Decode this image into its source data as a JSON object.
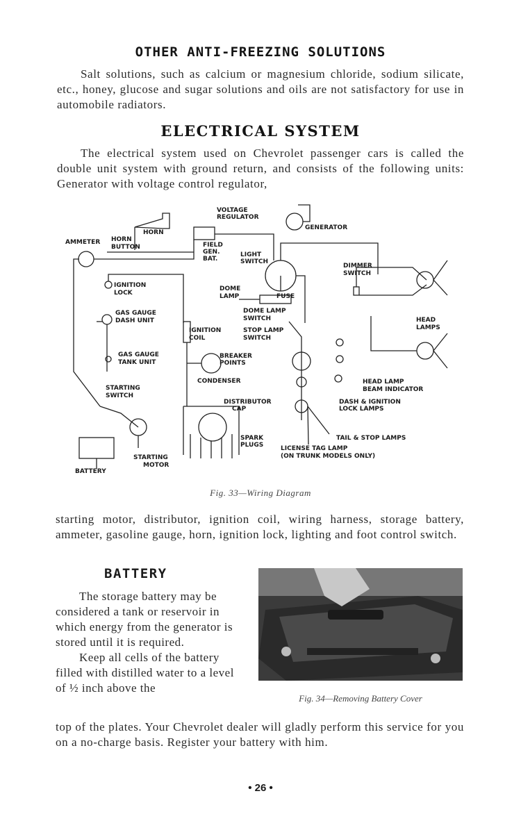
{
  "section1": {
    "heading": "OTHER ANTI-FREEZING SOLUTIONS",
    "paragraph": "Salt solutions, such as calcium or magnesium chloride, sodium silicate, etc., honey, glucose and sugar solutions and oils are not satisfactory for use in automobile radiators."
  },
  "section2": {
    "heading": "ELECTRICAL SYSTEM",
    "paragraph_intro": "The electrical system used on Chevrolet passenger cars is called the double unit system with ground return, and consists of the following units: Generator with voltage control regulator,",
    "paragraph_cont": "starting motor, distributor, ignition coil, wiring harness, storage battery, ammeter, gasoline gauge, horn, ignition lock, lighting and foot control switch."
  },
  "diagram": {
    "caption": "Fig. 33—Wiring Diagram",
    "labels": {
      "voltage_regulator_1": "VOLTAGE",
      "voltage_regulator_2": "REGULATOR",
      "generator": "GENERATOR",
      "horn": "HORN",
      "ammeter": "AMMETER",
      "horn_button_1": "HORN",
      "horn_button_2": "BUTTON",
      "field": "FIELD",
      "gen": "GEN.",
      "bat": "BAT.",
      "light_switch_1": "LIGHT",
      "light_switch_2": "SWITCH",
      "dimmer_switch_1": "DIMMER",
      "dimmer_switch_2": "SWITCH",
      "ignition_lock_1": "IGNITION",
      "ignition_lock_2": "LOCK",
      "dome_lamp_1": "DOME",
      "dome_lamp_2": "LAMP",
      "fuse": "FUSE",
      "gas_gauge_dash_1": "GAS GAUGE",
      "gas_gauge_dash_2": "DASH UNIT",
      "dome_lamp_switch_1": "DOME LAMP",
      "dome_lamp_switch_2": "SWITCH",
      "head_lamps_1": "HEAD",
      "head_lamps_2": "LAMPS",
      "ignition_coil_1": "IGNITION",
      "ignition_coil_2": "COIL",
      "stop_lamp_switch_1": "STOP LAMP",
      "stop_lamp_switch_2": "SWITCH",
      "gas_gauge_tank_1": "GAS GAUGE",
      "gas_gauge_tank_2": "TANK UNIT",
      "breaker_points_1": "BREAKER",
      "breaker_points_2": "POINTS",
      "condenser": "CONDENSER",
      "head_lamp_indicator_1": "HEAD LAMP",
      "head_lamp_indicator_2": "BEAM INDICATOR",
      "starting_switch_1": "STARTING",
      "starting_switch_2": "SWITCH",
      "distributor_cap_1": "DISTRIBUTOR",
      "distributor_cap_2": "CAP",
      "dash_lamps_1": "DASH & IGNITION",
      "dash_lamps_2": "LOCK LAMPS",
      "spark_plugs_1": "SPARK",
      "spark_plugs_2": "PLUGS",
      "tail_stop_lamps": "TAIL & STOP LAMPS",
      "license_lamp_1": "LICENSE TAG LAMP",
      "license_lamp_2": "(ON TRUNK MODELS ONLY)",
      "starting_motor_1": "STARTING",
      "starting_motor_2": "MOTOR",
      "battery": "BATTERY"
    }
  },
  "section3": {
    "heading": "BATTERY",
    "paragraph1": "The storage battery may be considered a tank or reservoir in which energy from the generator is stored until it is required.",
    "paragraph2": "Keep all cells of the battery filled with distilled water to a level of ½ inch above the",
    "paragraph2_cont": "top of the plates. Your Chevrolet dealer will gladly perform this service for you on a no-charge basis. Register your battery with him.",
    "photo_caption": "Fig. 34—Removing Battery Cover"
  },
  "page_number": "• 26 •"
}
